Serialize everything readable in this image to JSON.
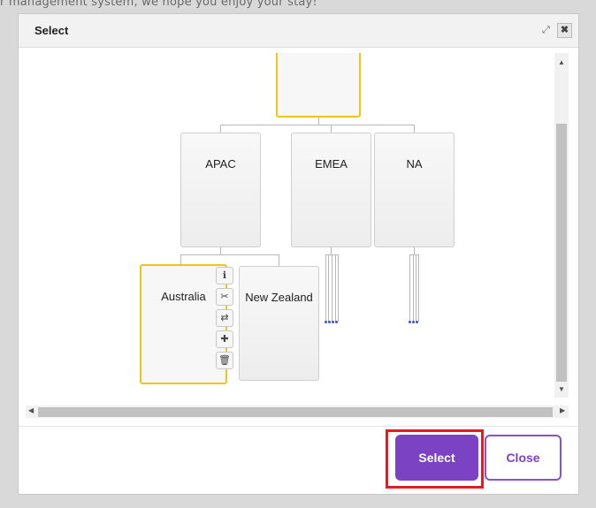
{
  "background_text": "r management system, we hope you enjoy your stay!",
  "dialog": {
    "title": "Select",
    "expand_icon": "⤢",
    "close_icon": "✖"
  },
  "chart": {
    "nodes": {
      "apac": "APAC",
      "emea": "EMEA",
      "na": "NA",
      "australia": "Australia",
      "new_zealand": "New Zealand"
    },
    "node_tools": [
      {
        "name": "info-icon",
        "glyph": "ℹ"
      },
      {
        "name": "cut-icon",
        "glyph": "✂"
      },
      {
        "name": "swap-icon",
        "glyph": "⇄"
      },
      {
        "name": "add-icon",
        "glyph": "✚"
      },
      {
        "name": "delete-icon",
        "glyph": "🗑"
      }
    ]
  },
  "buttons": {
    "select": "Select",
    "close": "Close"
  },
  "colors": {
    "primary": "#7b42c3",
    "selected_node_border": "#f0c419",
    "highlight_ring": "#e41b23"
  }
}
